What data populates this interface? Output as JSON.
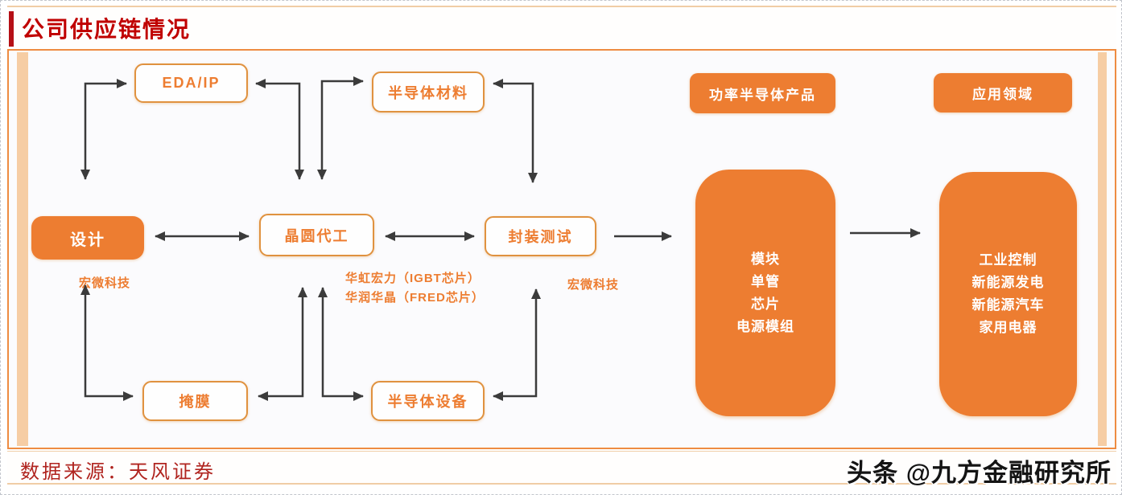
{
  "title": "公司供应链情况",
  "source": "数据来源：天风证券",
  "watermark": "头条 @九方金融研究所",
  "colors": {
    "accent_orange": "#ED7D31",
    "outline_border": "#E0923F",
    "title_red": "#C00000",
    "source_red": "#B0241F",
    "arrow": "#3B3B3B",
    "strip_peach": "#F6CDA4",
    "panel_border": "#EE8C42"
  },
  "nodes": {
    "eda": {
      "label": "EDA/IP"
    },
    "materials": {
      "label": "半导体材料"
    },
    "power_products": {
      "label": "功率半导体产品"
    },
    "application": {
      "label": "应用领域"
    },
    "design": {
      "label": "设计"
    },
    "foundry": {
      "label": "晶圆代工"
    },
    "packaging": {
      "label": "封装测试"
    },
    "mask": {
      "label": "掩膜"
    },
    "equipment": {
      "label": "半导体设备"
    },
    "products": {
      "lines": [
        "模块",
        "单管",
        "芯片",
        "电源模组"
      ]
    },
    "applications": {
      "lines": [
        "工业控制",
        "新能源发电",
        "新能源汽车",
        "家用电器"
      ]
    }
  },
  "annotations": {
    "design_supplier": "宏微科技",
    "foundry_suppliers": [
      "华虹宏力（IGBT芯片）",
      "华润华晶（FRED芯片）"
    ],
    "packaging_supplier": "宏微科技"
  }
}
